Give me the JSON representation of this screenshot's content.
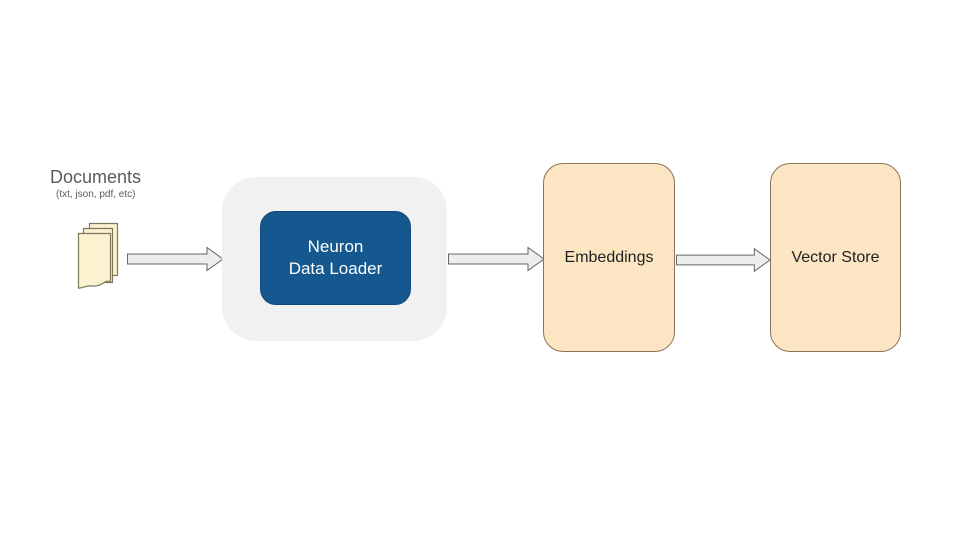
{
  "diagram": {
    "source": {
      "title": "Documents",
      "subtitle": "(txt, json, pdf, etc)",
      "icon": "documents-stack-icon"
    },
    "loader": {
      "label": "Neuron\nData Loader"
    },
    "nodes": {
      "embeddings": {
        "label": "Embeddings"
      },
      "vector_store": {
        "label": "Vector Store"
      }
    },
    "arrows": {
      "icon": "block-arrow-right-icon",
      "count": 3,
      "direction": "right"
    },
    "colors": {
      "background": "#ffffff",
      "label_text": "#5b5b5b",
      "loader_fill": "#15578f",
      "loader_border": "#0e4a7e",
      "loader_text": "#ffffff",
      "container_fill": "#f1f1f2",
      "node_fill": "#fce5c2",
      "node_border": "#8a7456",
      "node_text": "#1f1f1f",
      "arrow_fill": "#ededed",
      "arrow_border": "#666666",
      "doc_fill": "#fbf2cf",
      "doc_border": "#7d7760"
    }
  }
}
